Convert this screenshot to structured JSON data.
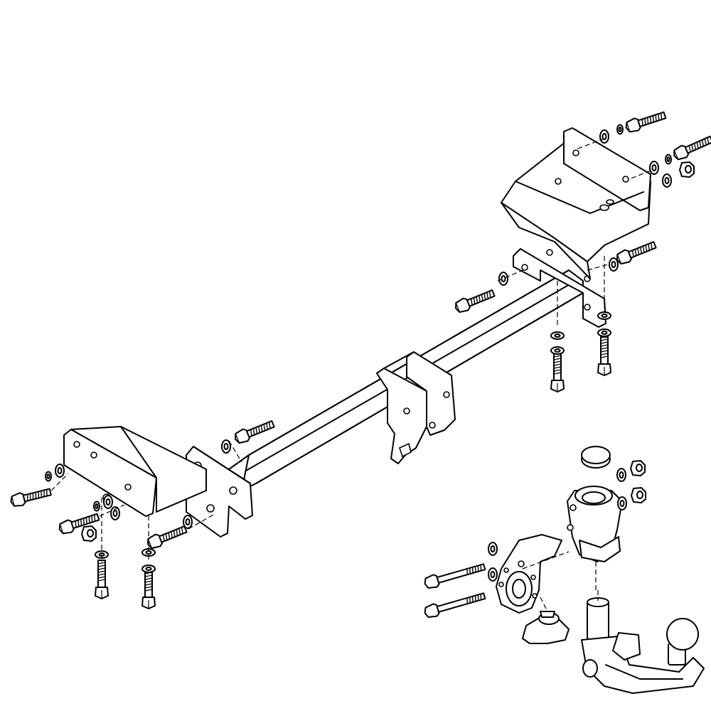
{
  "diagram": {
    "kind": "exploded-assembly",
    "components": [
      {
        "id": "crossbar-tube",
        "icon": "square-tube"
      },
      {
        "id": "left-mounting-bracket",
        "icon": "bracket-plate"
      },
      {
        "id": "right-mounting-bracket",
        "icon": "bracket-plate"
      },
      {
        "id": "center-hitch-plates",
        "icon": "hitch-plate"
      },
      {
        "id": "hex-bolts",
        "icon": "bolt"
      },
      {
        "id": "washers",
        "icon": "washer"
      },
      {
        "id": "nuts",
        "icon": "nut"
      },
      {
        "id": "towball-housing",
        "icon": "receiver-housing"
      },
      {
        "id": "socket-bracket",
        "icon": "socket-plate"
      },
      {
        "id": "electrical-socket",
        "icon": "socket"
      },
      {
        "id": "detachable-towball",
        "icon": "towball"
      },
      {
        "id": "housing-cap",
        "icon": "cap"
      }
    ],
    "colors": {
      "line": "#000000",
      "fill": "#ffffff"
    }
  }
}
